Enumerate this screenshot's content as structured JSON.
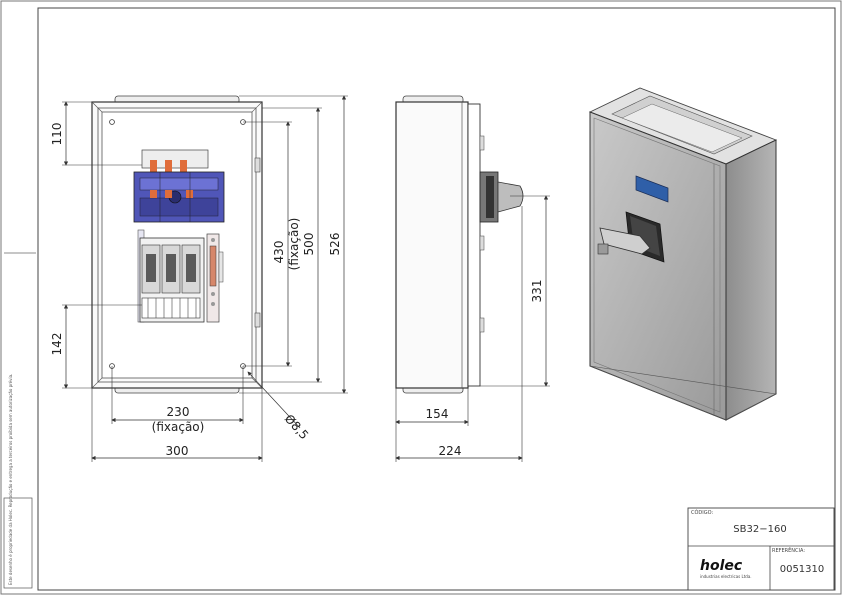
{
  "drawing": {
    "front_view": {
      "dim_top": "110",
      "dim_bottom": "142",
      "dim_fix_h_value": "430",
      "dim_fix_h_label": "(fixação)",
      "dim_inner_h": "500",
      "dim_total_h": "526",
      "dim_fix_w_value": "230",
      "dim_fix_w_label": "(fixação)",
      "dim_total_w": "300",
      "dim_hole": "Ø8,5"
    },
    "side_view": {
      "dim_handle_h": "331",
      "dim_depth_body": "154",
      "dim_depth_total": "224"
    }
  },
  "title_block": {
    "code_caption": "CÓDIGO:",
    "code_value": "SB32−160",
    "reference_caption": "REFERÊNCIA:",
    "reference_value": "0051310",
    "logo_text": "holec",
    "logo_subtitle": "industrias electricas Ltda."
  },
  "side_stamp": "Este desenho é propriedade da Holec. Reprodução e entrega a terceiros proibida sem autorização prévia."
}
